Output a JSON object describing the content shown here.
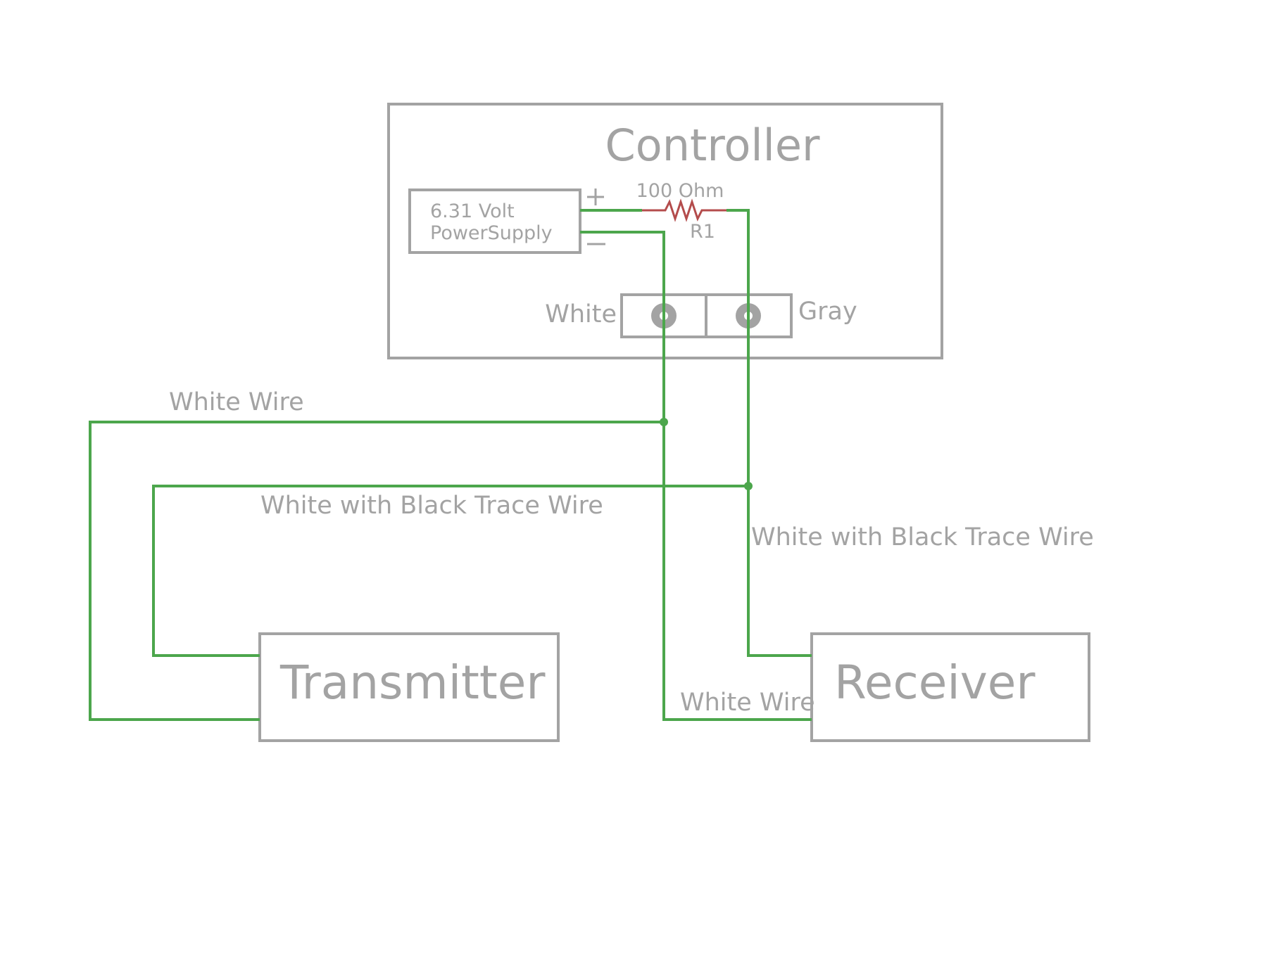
{
  "controller": {
    "title": "Controller",
    "power_supply": {
      "line1": "6.31 Volt",
      "line2": "PowerSupply",
      "plus": "+",
      "minus": "−"
    },
    "resistor": {
      "value": "100 Ohm",
      "name": "R1"
    },
    "connector": {
      "left_label": "White",
      "right_label": "Gray"
    }
  },
  "wire_labels": {
    "transmitter_white": "White Wire",
    "transmitter_trace": "White with Black Trace Wire",
    "receiver_trace": "White with Black Trace Wire",
    "receiver_white": "White Wire"
  },
  "transmitter": {
    "title": "Transmitter"
  },
  "receiver": {
    "title": "Receiver"
  },
  "colors": {
    "wire": "#4ca64c",
    "outline": "#a3a3a3",
    "resistor": "#b44c4c"
  }
}
